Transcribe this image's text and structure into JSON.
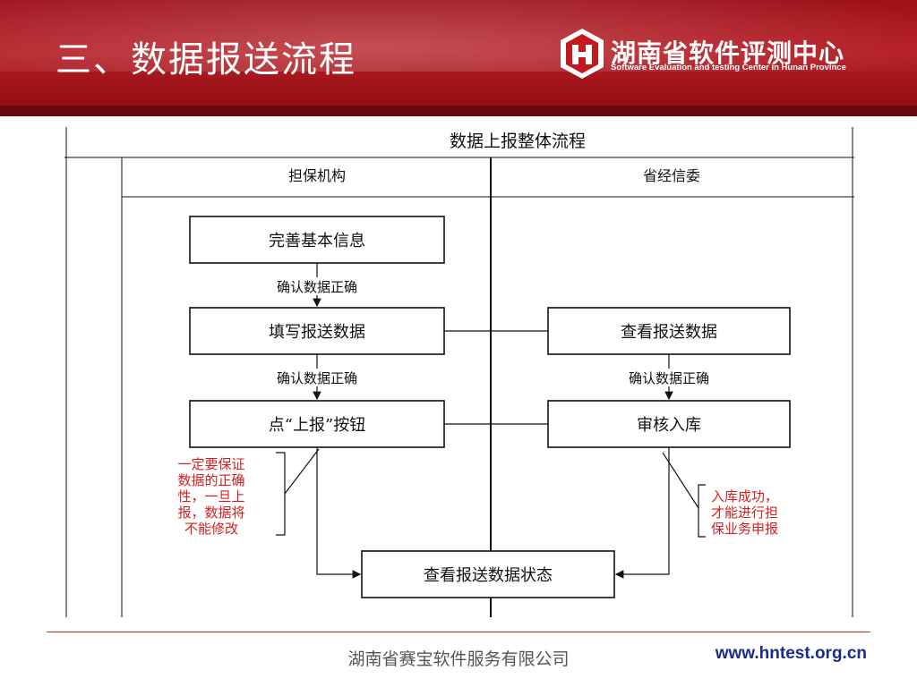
{
  "header": {
    "title": "三、数据报送流程",
    "logo_name": "湖南省软件评测中心",
    "logo_sub": "Software Evaluation and testing Center in Hunan Province"
  },
  "diagram": {
    "title": "数据上报整体流程",
    "lanes": [
      "担保机构",
      "省经信委"
    ],
    "steps": {
      "s1": "完善基本信息",
      "s2": "填写报送数据",
      "s3": "点“上报”按钮",
      "r1": "查看报送数据",
      "r2": "审核入库",
      "final": "查看报送数据状态"
    },
    "edge_labels": {
      "e1": "确认数据正确",
      "e2": "确认数据正确",
      "e3": "确认数据正确"
    },
    "notes": {
      "left": [
        "一定要保证",
        "数据的正确",
        "性，一旦上",
        "报，数据将",
        "不能修改"
      ],
      "right": [
        "入库成功，",
        "才能进行担",
        "保业务申报"
      ]
    }
  },
  "footer": {
    "company": "湖南省赛宝软件服务有限公司",
    "url": "www.hntest.org.cn"
  }
}
